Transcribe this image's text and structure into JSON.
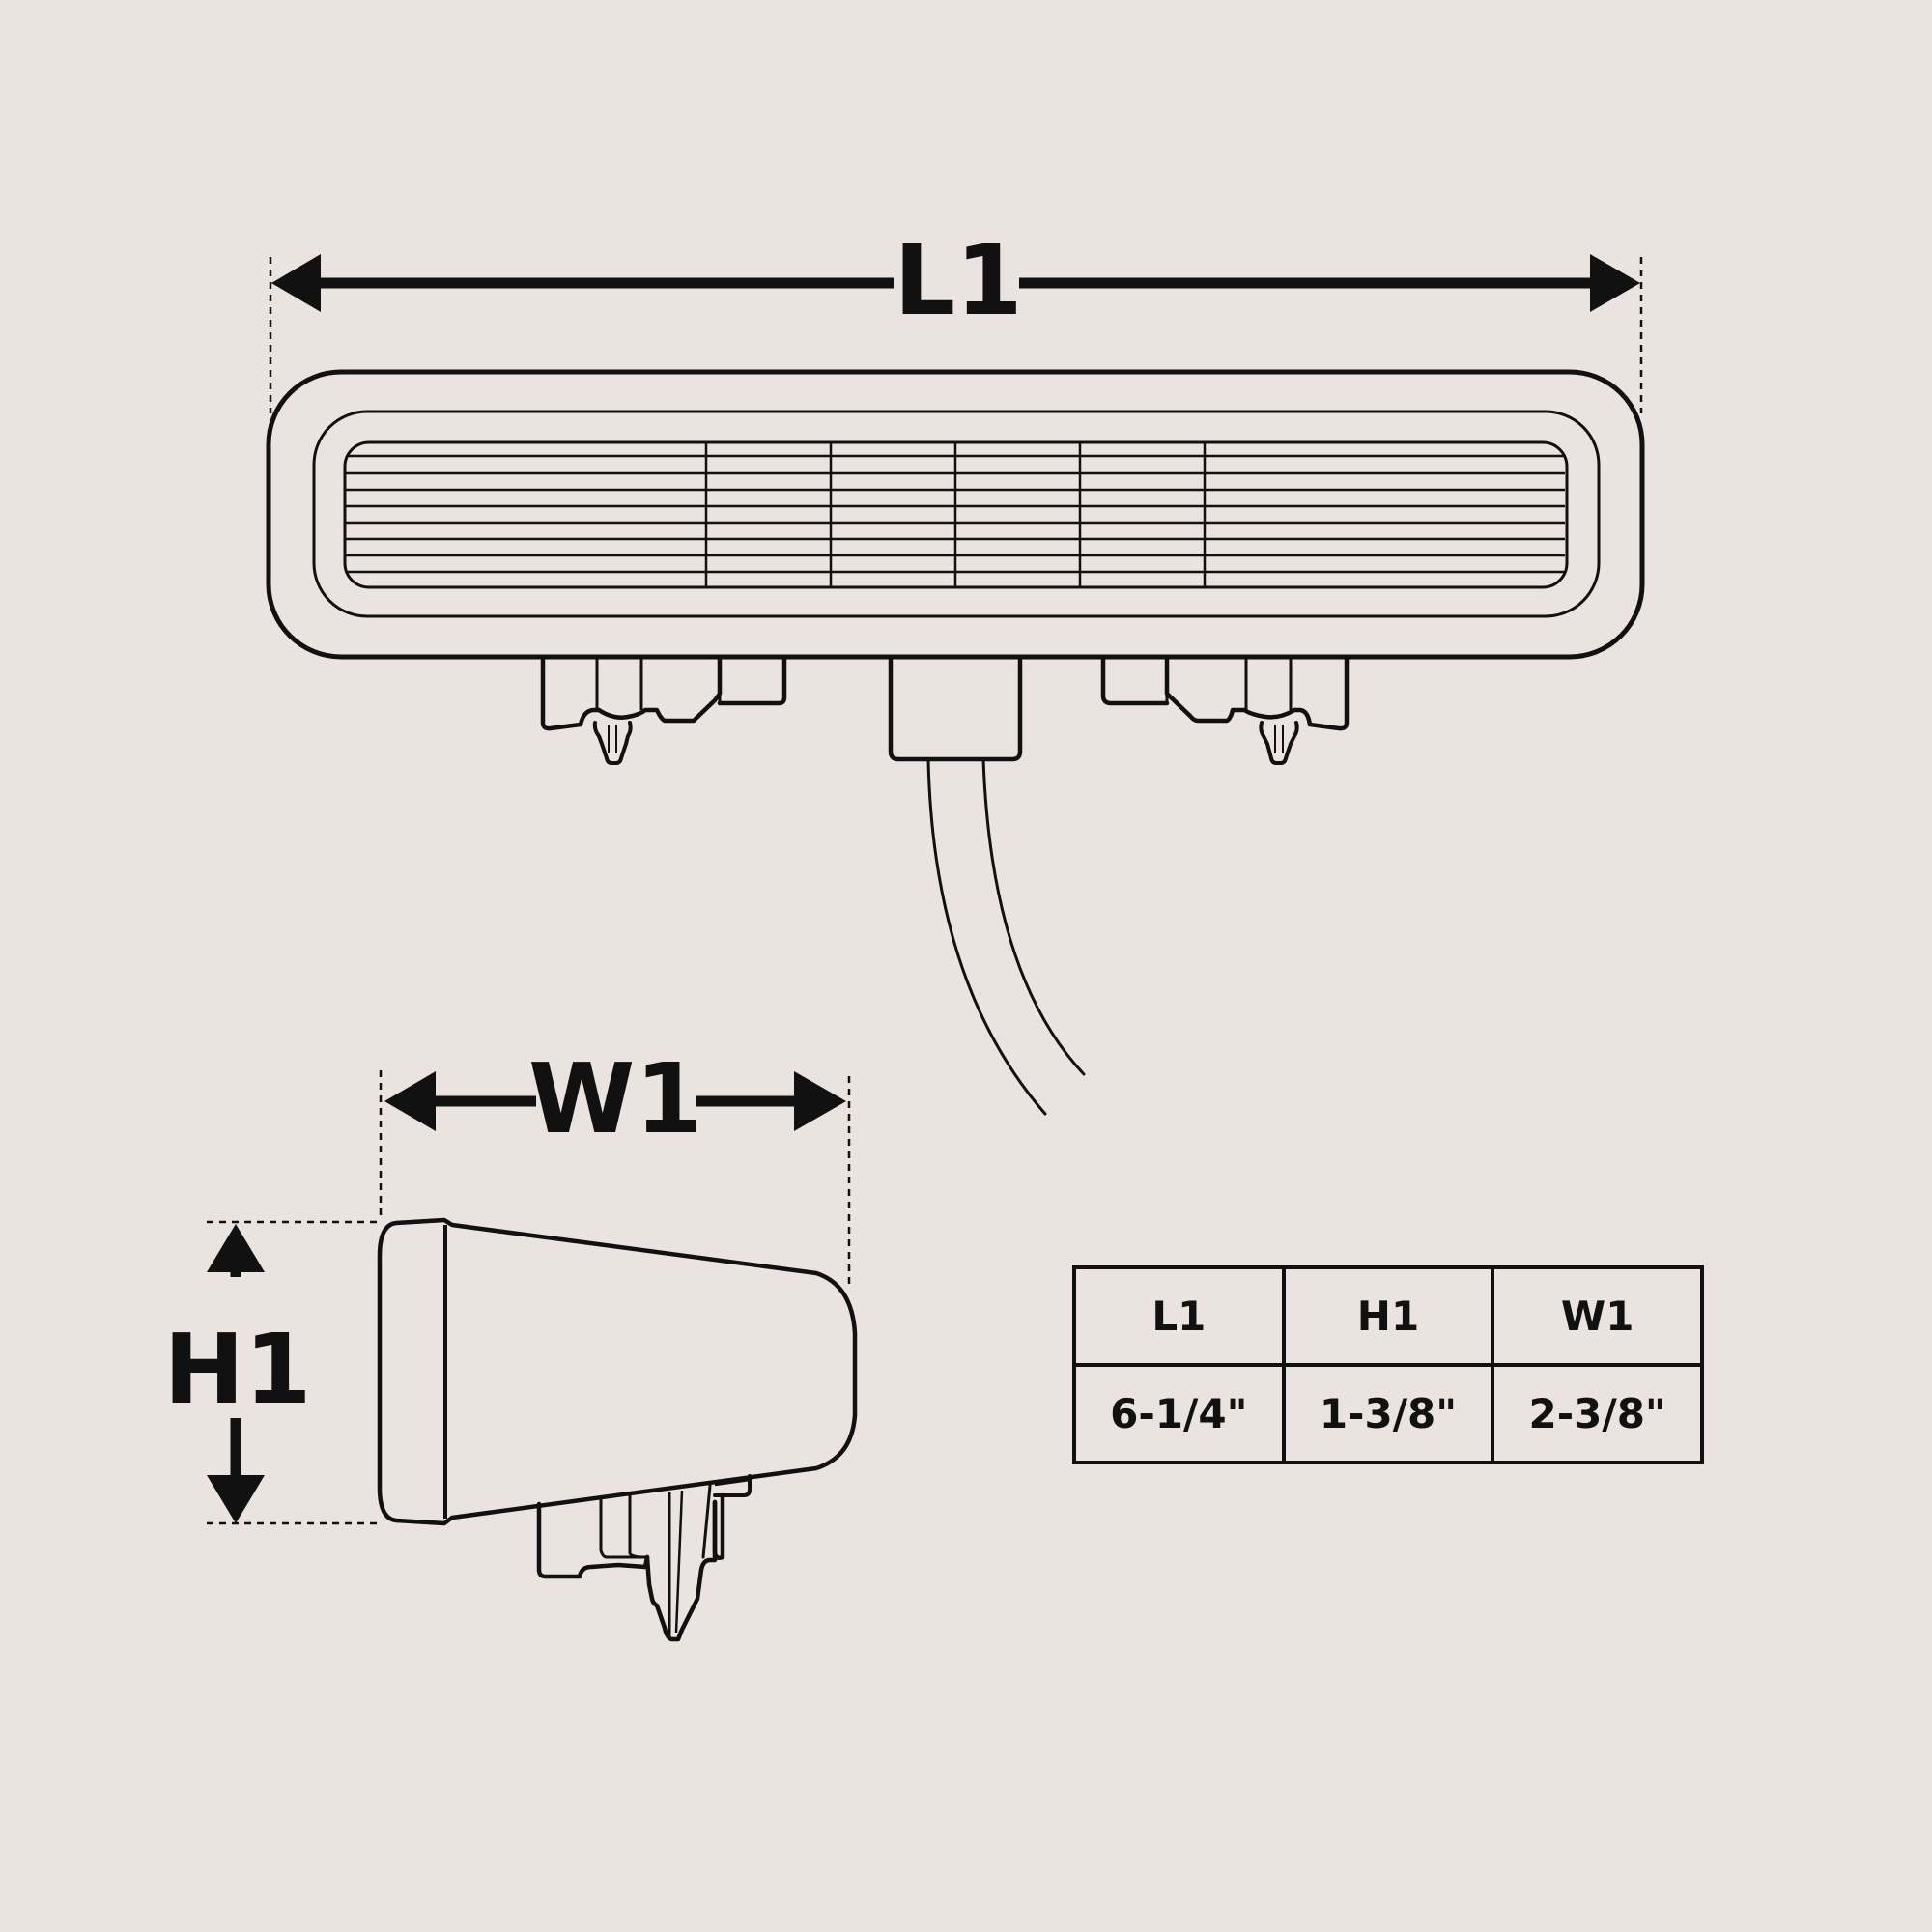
{
  "labels": {
    "length": "L1",
    "width": "W1",
    "height": "H1"
  },
  "table": {
    "headers": [
      "L1",
      "H1",
      "W1"
    ],
    "values": [
      "6-1/4\"",
      "1-3/8\"",
      "2-3/8\""
    ]
  },
  "colors": {
    "background": "#EAE3DF",
    "ink": "#111111"
  }
}
